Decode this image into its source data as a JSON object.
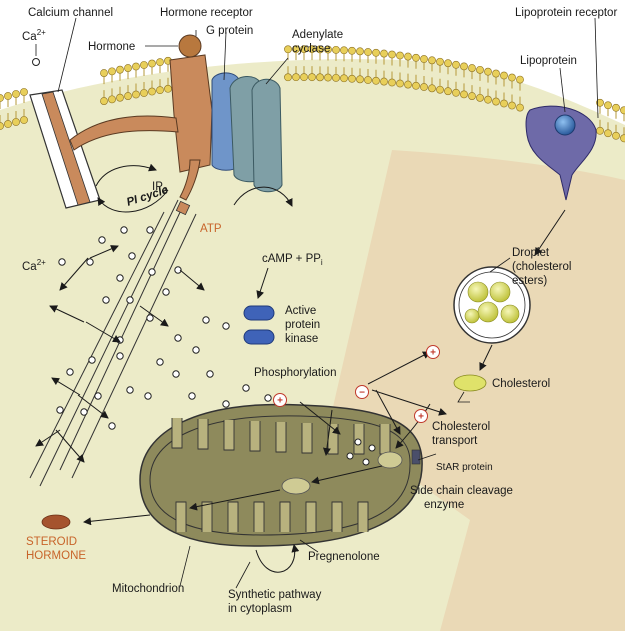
{
  "labels": {
    "calcium_channel": "Calcium channel",
    "hormone_receptor": "Hormone receptor",
    "hormone": "Hormone",
    "g_protein": "G protein",
    "adenylate_cyclase_1": "Adenylate",
    "adenylate_cyclase_2": "cyclase",
    "lipoprotein_receptor": "Lipoprotein receptor",
    "lipoprotein": "Lipoprotein",
    "ca_outside": "Ca",
    "ca_outside_sup": "2+",
    "ip3": "IP",
    "ip3_sub": "3",
    "pi_cycle": "PI cycle",
    "atp": "ATP",
    "camp": "cAMP + PP",
    "camp_sub": "i",
    "ca_inside": "Ca",
    "ca_inside_sup": "2+",
    "active_pk_1": "Active",
    "active_pk_2": "protein",
    "active_pk_3": "kinase",
    "droplet_1": "Droplet",
    "droplet_2": "(cholesterol",
    "droplet_3": "esters)",
    "cholesterol": "Cholesterol",
    "phosphorylation": "Phosphorylation",
    "chol_transport_1": "Cholesterol",
    "chol_transport_2": "transport",
    "star_protein": "StAR protein",
    "side_chain_1": "Side chain cleavage",
    "side_chain_2": "enzyme",
    "steroid_hormone_1": "STEROID",
    "steroid_hormone_2": "HORMONE",
    "pregnenolone": "Pregnenolone",
    "mitochondrion": "Mitochondrion",
    "synthetic_1": "Synthetic pathway",
    "synthetic_2": "in cytoplasm",
    "plus": "+",
    "minus": "−"
  },
  "colors": {
    "cytoplasm": "#ecebc8",
    "right_region": "#ead9b6",
    "extracellular": "#ffffff",
    "lipid_head": "#e8cf5a",
    "lipid_tail": "#b69a3a",
    "receptor": "#c98a5c",
    "hormone": "#b8783e",
    "g_protein": "#6f95c9",
    "adenylate_cyclase": "#7f9fa6",
    "lipoprotein_receptor": "#6e6aa8",
    "lipoprotein": "#3a6bb0",
    "protein_kinase": "#3f63b8",
    "droplet": "#dfe26a",
    "mitochondrion": "#8e8a5c",
    "mito_inner": "#b8b27e",
    "steroid": "#a5532e",
    "steroid_label": "#c8642a"
  }
}
